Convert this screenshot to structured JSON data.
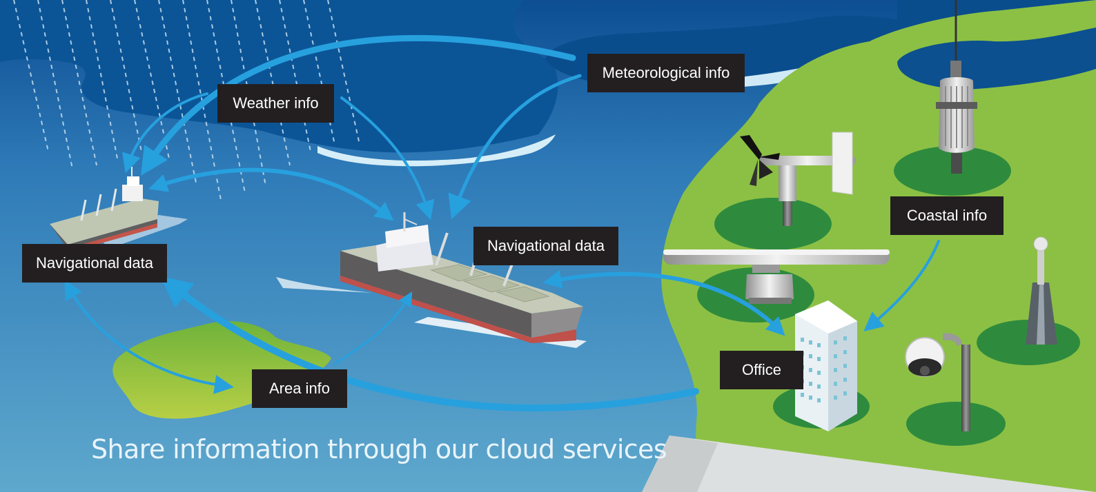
{
  "labels": {
    "meteorological": "Meteorological info",
    "weather": "Weather info",
    "nav_ship": "Navigational data",
    "nav_left": "Navigational data",
    "coastal": "Coastal info",
    "office": "Office",
    "area": "Area info"
  },
  "tagline": "Share information through our cloud services",
  "colors": {
    "sea_top": "#0b4f93",
    "sea_bottom": "#5aa6cc",
    "cloud": "#0a5597",
    "land": "#8cc044",
    "pad": "#2e8b3e",
    "arrow": "#27a0de",
    "label_bg": "#231f20"
  },
  "icons": [
    "wind-vane-icon",
    "sensor-tower-icon",
    "radar-icon",
    "office-building-icon",
    "security-camera-icon",
    "antenna-pole-icon",
    "cargo-ship-icon"
  ]
}
